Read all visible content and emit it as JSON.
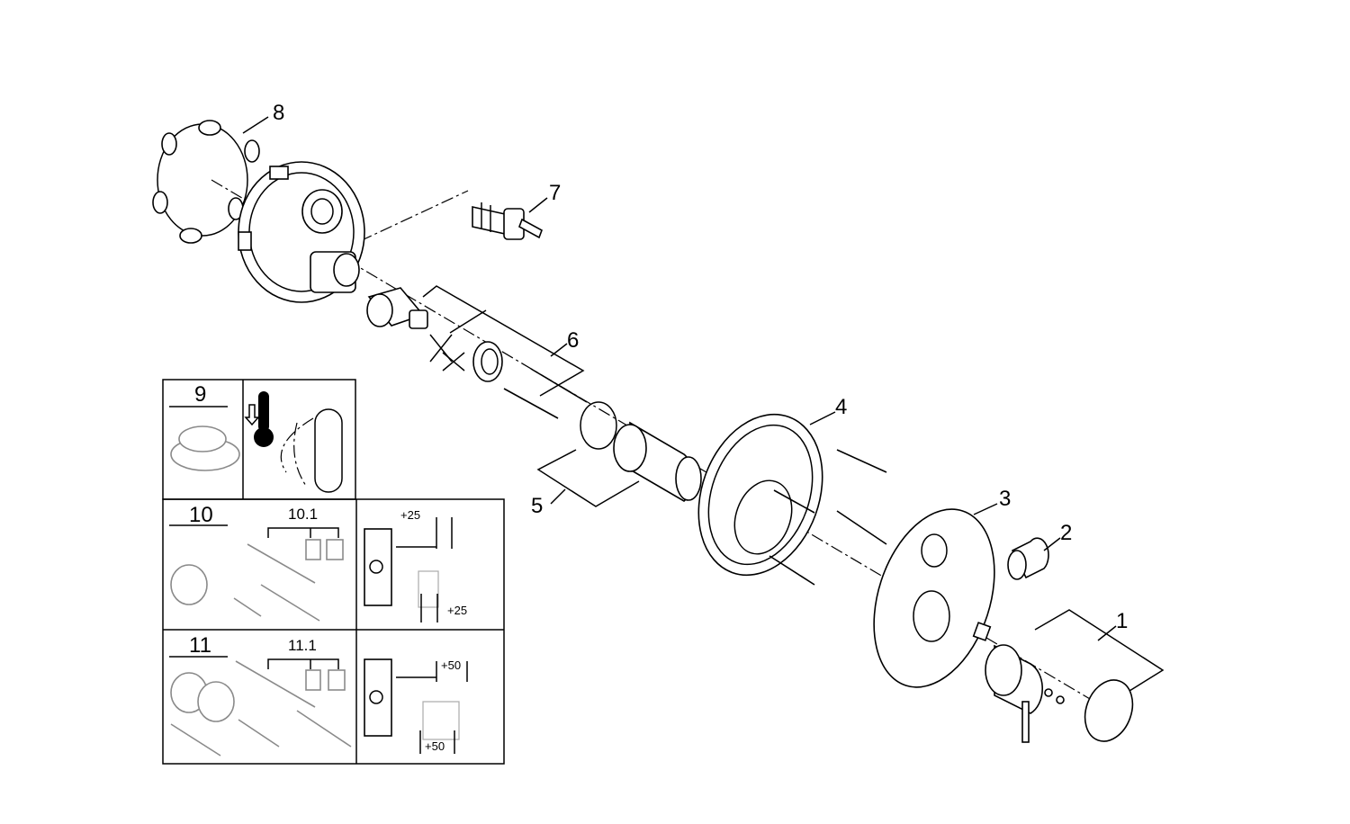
{
  "diagram": {
    "title": "Exploded parts diagram - concealed thermostatic shower mixer",
    "callouts": [
      "1",
      "2",
      "3",
      "4",
      "5",
      "6",
      "7",
      "8"
    ],
    "panels": {
      "panel_9": {
        "label": "9"
      },
      "panel_10": {
        "label": "10",
        "sub_label": "10.1",
        "dim_top": "+25",
        "dim_bottom": "+25"
      },
      "panel_11": {
        "label": "11",
        "sub_label": "11.1",
        "dim_top": "+50",
        "dim_bottom": "+50"
      }
    }
  }
}
